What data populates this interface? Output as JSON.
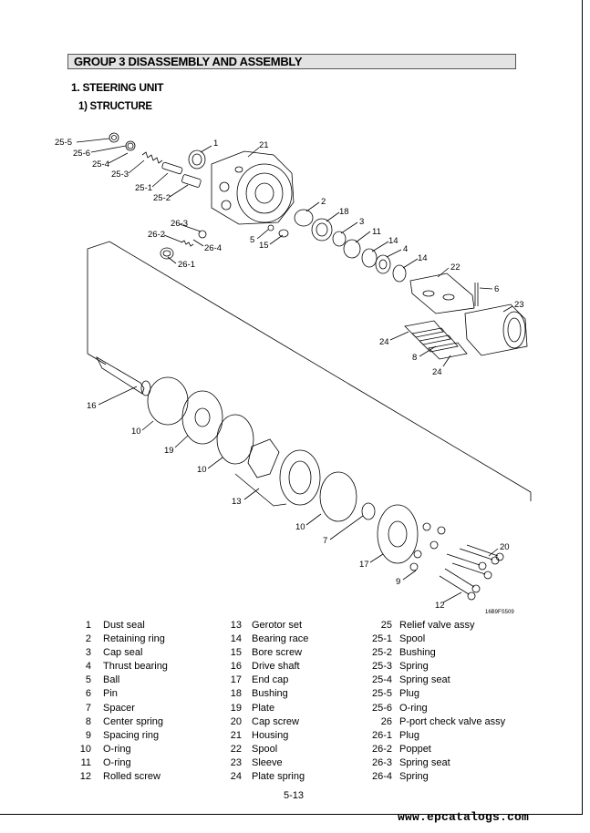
{
  "header": {
    "group_title": "GROUP  3  DISASSEMBLY AND ASSEMBLY",
    "section_title": "1. STEERING UNIT",
    "subsection_title": "1) STRUCTURE"
  },
  "diagram": {
    "drawing_code": "16B9FS509",
    "callouts": [
      "25-5",
      "25-6",
      "25-4",
      "25-3",
      "25-1",
      "25-2",
      "1",
      "21",
      "26-3",
      "26-2",
      "26-4",
      "26-1",
      "5",
      "15",
      "2",
      "18",
      "3",
      "11",
      "14",
      "4",
      "14",
      "22",
      "6",
      "23",
      "24",
      "8",
      "24",
      "16",
      "10",
      "19",
      "10",
      "13",
      "10",
      "7",
      "17",
      "20",
      "9",
      "12"
    ]
  },
  "parts": {
    "col1": [
      {
        "no": "1",
        "name": "Dust seal"
      },
      {
        "no": "2",
        "name": "Retaining ring"
      },
      {
        "no": "3",
        "name": "Cap seal"
      },
      {
        "no": "4",
        "name": "Thrust bearing"
      },
      {
        "no": "5",
        "name": "Ball"
      },
      {
        "no": "6",
        "name": "Pin"
      },
      {
        "no": "7",
        "name": "Spacer"
      },
      {
        "no": "8",
        "name": "Center spring"
      },
      {
        "no": "9",
        "name": "Spacing ring"
      },
      {
        "no": "10",
        "name": "O-ring"
      },
      {
        "no": "11",
        "name": "O-ring"
      },
      {
        "no": "12",
        "name": "Rolled screw"
      }
    ],
    "col2": [
      {
        "no": "13",
        "name": "Gerotor set"
      },
      {
        "no": "14",
        "name": "Bearing race"
      },
      {
        "no": "15",
        "name": "Bore screw"
      },
      {
        "no": "16",
        "name": "Drive shaft"
      },
      {
        "no": "17",
        "name": "End cap"
      },
      {
        "no": "18",
        "name": "Bushing"
      },
      {
        "no": "19",
        "name": "Plate"
      },
      {
        "no": "20",
        "name": "Cap screw"
      },
      {
        "no": "21",
        "name": "Housing"
      },
      {
        "no": "22",
        "name": "Spool"
      },
      {
        "no": "23",
        "name": "Sleeve"
      },
      {
        "no": "24",
        "name": "Plate spring"
      }
    ],
    "col3": [
      {
        "no": "25",
        "name": "Relief valve assy"
      },
      {
        "no": "25-1",
        "name": "Spool"
      },
      {
        "no": "25-2",
        "name": "Bushing"
      },
      {
        "no": "25-3",
        "name": "Spring"
      },
      {
        "no": "25-4",
        "name": "Spring seat"
      },
      {
        "no": "25-5",
        "name": "Plug"
      },
      {
        "no": "25-6",
        "name": "O-ring"
      },
      {
        "no": "26",
        "name": "P-port check valve assy"
      },
      {
        "no": "26-1",
        "name": "Plug"
      },
      {
        "no": "26-2",
        "name": "Poppet"
      },
      {
        "no": "26-3",
        "name": "Spring seat"
      },
      {
        "no": "26-4",
        "name": "Spring"
      }
    ]
  },
  "footer": {
    "page_number": "5-13",
    "watermark": "www.epcatalogs.com"
  }
}
